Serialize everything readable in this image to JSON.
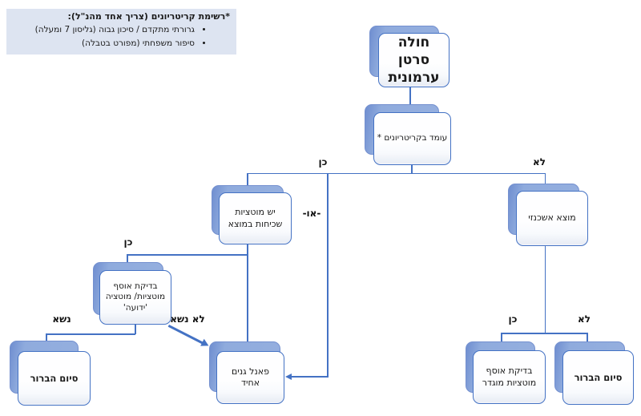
{
  "note": {
    "title": "*רשימת קריטריונים (צריך אחד מהנ\"ל):",
    "items": [
      "גרורתי מתקדם / סיכון גבוה (גליסון 7 ומעלה)",
      "סיפור משפחתי (מפורט בטבלה)"
    ]
  },
  "nodes": {
    "root": "חולה סרטן ערמונית",
    "criteria": "עומד בקריטריונים *",
    "mutations": "יש מוטציות שכיחות במוצא",
    "ashkenazi": "מוצא אשכנזי",
    "panel_known": "בדיקת אוסף מוטציות/ מוטציה 'ידועה'",
    "end_left": "סיום הברור",
    "panel_unified": "פאנל גנים אחיד",
    "panel_defined": "בדיקת אוסף מוטציות מוגדר",
    "end_right": "סיום הברור"
  },
  "labels": {
    "yes_top": "כן",
    "no_top": "לא",
    "or": "-או-",
    "yes_mid": "כן",
    "carrier": "נשא",
    "not_carrier": "לא נשא",
    "yes_bottom": "כן",
    "no_bottom": "לא"
  },
  "colors": {
    "accent": "#4472C4",
    "shadow_fill": "#8FAADC",
    "note_bg": "#DDE4F1"
  }
}
